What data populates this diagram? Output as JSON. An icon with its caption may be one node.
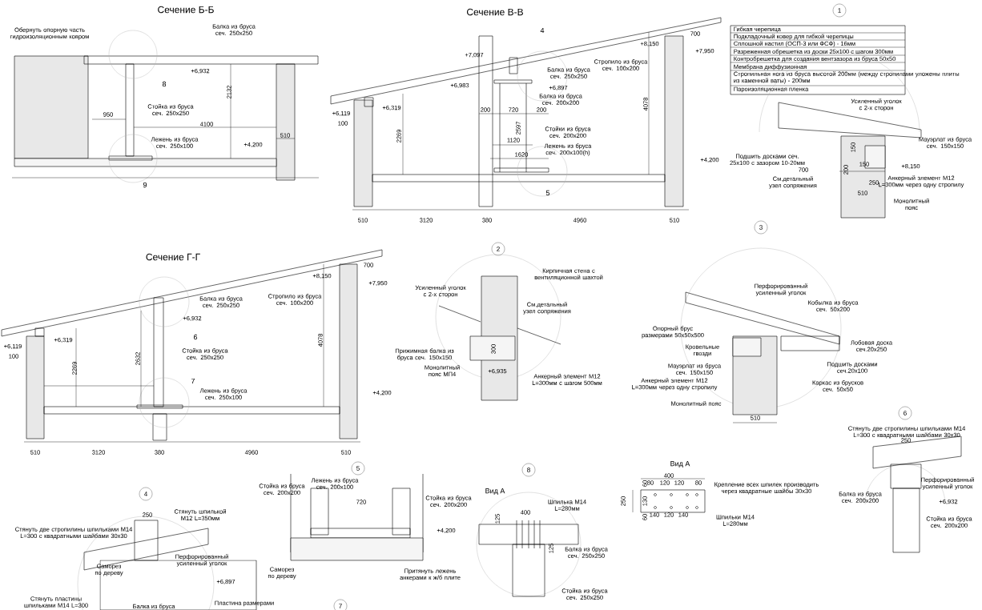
{
  "diagram": {
    "nodes": [
      {
        "text": [
          "1"
        ]
      },
      {
        "text": [
          "3"
        ]
      },
      {
        "text": [
          "2"
        ]
      },
      {
        "text": [
          "6"
        ]
      },
      {
        "text": [
          "4"
        ]
      },
      {
        "text": [
          "5"
        ]
      },
      {
        "text": [
          "8"
        ]
      },
      {
        "text": [
          "7"
        ]
      }
    ],
    "labels": [
      "Сечение Б-Б",
      "Обернуть опорную часть гидроизоляционным ковром",
      "Балка из бруса сеч. 250х250",
      "+6,932",
      "8",
      "Стойка из бруса сеч. 250х250",
      "950",
      "4100",
      "2132",
      "510",
      "Лежень из бруса сеч. 250х100",
      "+4,200",
      "9",
      "Сечение В-В",
      "4",
      "700",
      "+7,097",
      "+8,150",
      "+7,950",
      "Стропило из бруса сеч. 100х200",
      "Балка из бруса сеч. 250х250",
      "+6,983",
      "+6,897",
      "Балка из бруса сеч. 200х200",
      "+6,119",
      "+6,319",
      "100",
      "200",
      "720",
      "200",
      "2269",
      "2597",
      "4078",
      "Стойки из бруса сеч. 200х200",
      "1120",
      "Лежень из бруса сеч. 200х100(h)",
      "1620",
      "+4,200",
      "5",
      "510",
      "3120",
      "380",
      "4960",
      "510",
      "Гибкая черепица",
      "Подкладочный ковер для гибкой черепицы",
      "Сплошной настил (ОСП-3 или ФСФ) - 16мм",
      "Разреженная обрешетка из доски 25х100 с шагом 300мм",
      "Контробрешетка для создания вентзазора из бруса 50х50",
      "Мембрана диффузионная",
      "Стропильная нога из бруса высотой 200мм (между стропилами уложены плиты из каменной ваты) - 200мм",
      "Пароизоляционная пленка",
      "Усиленный уголок с 2-х сторон",
      "Мауэрлат из бруса сеч. 150х150",
      "Подшить досками сеч. 25х100 с зазором 10-20мм",
      "150",
      "150",
      "+8,150",
      "700",
      "200",
      "См.детальный узел сопряжения",
      "Анкерный элемент М12 L=300мм через одну стропилу",
      "250",
      "510",
      "Монолитный пояс",
      "Сечение Г-Г",
      "700",
      "+8,150",
      "+7,950",
      "Балка из бруса сеч. 250х250",
      "Стропило из бруса сеч. 100х200",
      "+6,932",
      "6",
      "+6,119",
      "+6,319",
      "100",
      "Стойка из бруса сеч. 250х250",
      "2269",
      "2632",
      "4078",
      "7",
      "Лежень из бруса сеч. 250х100",
      "+4,200",
      "510",
      "3120",
      "380",
      "4960",
      "510",
      "Кирпичная стена с вентиляционной шахтой",
      "Усиленный уголок с 2-х сторон",
      "См.детальный узел сопряжения",
      "Прижимная балка из бруса сеч. 150х150",
      "Монолитный пояс МП4",
      "+6,935",
      "Анкерный элемент М12 L=300мм с шагом 500мм",
      "300",
      "Перфорированный усиленный уголок",
      "Кобылка из бруса сеч. 50х200",
      "Опорный брус размерами 50х50х500",
      "Кровельные гвозди",
      "Лобовая доска сеч.20х250",
      "Мауэрлат из бруса сеч. 150х150",
      "Подшить досками сеч.20х100",
      "Анкерный элемент М12 L=300мм через одну стропилу",
      "Каркас из брусков сеч. 50х50",
      "Монолитный пояс",
      "510",
      "Стянуть две стропилины шпильками М14 L=300 с квадратными шайбами 30х30",
      "250",
      "Балка из бруса сеч. 200х200",
      "Перфорированный усиленный уголок",
      "+6,932",
      "Стойка из бруса сеч. 200х200",
      "Стянуть две стропилины шпильками М14 L=300 с квадратными шайбами 30х30",
      "250",
      "Стянуть шпилькой М12 L=350мм",
      "Саморез по дереву",
      "Перфорированный усиленный уголок",
      "+6,897",
      "Стянуть пластины шпильками М14 L=300",
      "Балка из бруса",
      "Пластина размерами",
      "Стойка из бруса сеч. 200х200",
      "Лежень из бруса сеч. 200х100",
      "720",
      "Стойка из бруса сеч. 200х200",
      "+4,200",
      "Саморез по дереву",
      "Притянуть лежень анкерами к ж/б плите",
      "Вид А",
      "Шпилька М14 L=280мм",
      "400",
      "125",
      "125",
      "Балка из бруса сеч. 250х250",
      "Стойка из бруса сеч. 250х250",
      "Вид А",
      "400",
      "80",
      "120",
      "120",
      "80",
      "60",
      "130",
      "60",
      "250",
      "140",
      "120",
      "140",
      "Крепление всех шпилек производить через квадратные шайбы 30х30",
      "Шпильки М14 L=280мм"
    ]
  }
}
